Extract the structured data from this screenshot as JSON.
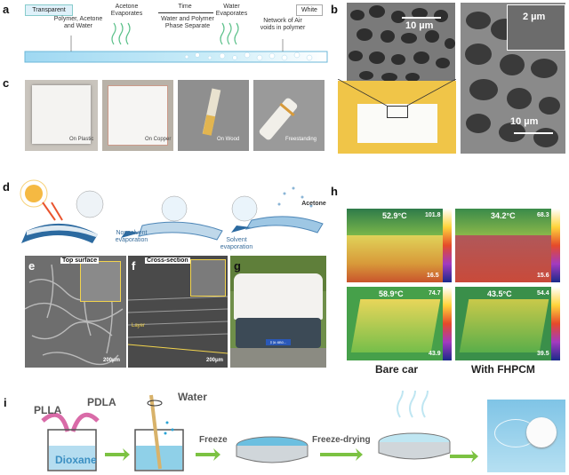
{
  "panel_letters": [
    "a",
    "b",
    "c",
    "d",
    "e",
    "f",
    "g",
    "h",
    "i"
  ],
  "panel_a": {
    "left_badge": "Transparent",
    "right_badge": "White",
    "steps": [
      "Polymer, Acetone and Water",
      "Acetone Evaporates",
      "Water and Polymer Phase Separate",
      "Water Evaporates",
      "Network of Air voids in polymer"
    ],
    "time_label": "Time"
  },
  "panel_b": {
    "scale_top": "10 µm",
    "scale_inset": "2 µm",
    "scale_right": "10 µm"
  },
  "panel_c": {
    "captions": [
      "On Plastic",
      "On Copper",
      "On Wood",
      "Freestanding"
    ]
  },
  "panel_d": {
    "labels": [
      "Nonsolvent evaporation",
      "Solvent evaporation",
      "Acetone"
    ]
  },
  "panel_e": {
    "title": "Top surface",
    "scale": "200μm"
  },
  "panel_f": {
    "title": "Cross-section",
    "scale": "200μm",
    "layer": "Layer"
  },
  "panel_g": {
    "plate": "川A·8B0..."
  },
  "panel_h": {
    "temps": [
      "52.9°C",
      "34.2°C",
      "58.9°C",
      "43.5°C"
    ],
    "max_vals": [
      "101.8",
      "68.3",
      "74.7",
      "54.4"
    ],
    "min_vals": [
      "16.5",
      "15.6",
      "43.9",
      "39.5"
    ],
    "captions": [
      "Bare car",
      "With FHPCM"
    ]
  },
  "panel_i": {
    "inputs": [
      "PLLA",
      "PDLA"
    ],
    "solvent": "Dioxane",
    "water": "Water",
    "steps": [
      "Freeze",
      "Freeze-drying"
    ]
  },
  "colors": {
    "blue": "#29a3d6",
    "green_arrow": "#7cc242",
    "gold": "#f2c14e"
  }
}
